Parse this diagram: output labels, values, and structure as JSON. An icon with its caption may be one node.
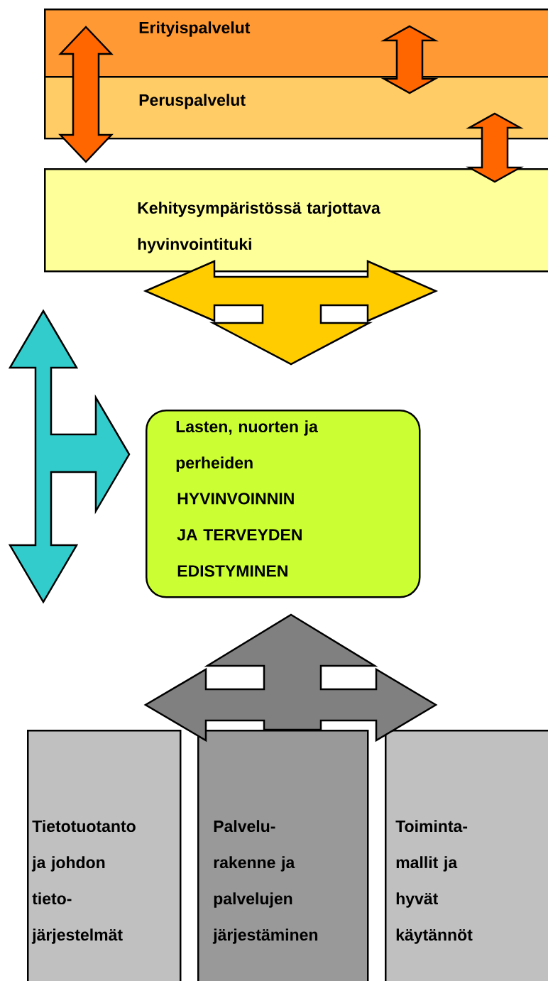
{
  "diagram": {
    "nodes": [
      {
        "text": [
          "Erityispalvelut"
        ]
      },
      {
        "text": [
          "Peruspalvelut"
        ]
      },
      {
        "text": [
          "Kehitysympäristössä tarjottava hyvinvointituki"
        ]
      },
      {
        "text": [
          "Lasten, nuorten ja perheiden",
          "HYVINVOINNIN JA TERVEYDEN EDISTYMINEN"
        ]
      },
      {
        "text": [
          "Tietotuotanto ja johdon tieto- järjestelmät"
        ]
      },
      {
        "text": [
          "Palvelu- rakenne ja palvelujen järjestäminen"
        ]
      },
      {
        "text": [
          "Toiminta- mallit ja hyvät käytännöt"
        ]
      }
    ],
    "edges": [
      {
        "from": 0,
        "to": 2,
        "arrow": "both",
        "color": "#ff6600"
      },
      {
        "from": 0,
        "to": 1,
        "arrow": "both",
        "color": "#ff6600"
      },
      {
        "from": 1,
        "to": 2,
        "arrow": "both",
        "color": "#ff6600"
      },
      {
        "from": 2,
        "to": 3,
        "arrow": "to",
        "color": "#ffcc00"
      },
      {
        "from": null,
        "to": 3,
        "arrow": "to",
        "color": "#33cccc"
      },
      {
        "from": 5,
        "to": 3,
        "arrow": "to",
        "color": "#808080"
      }
    ]
  }
}
